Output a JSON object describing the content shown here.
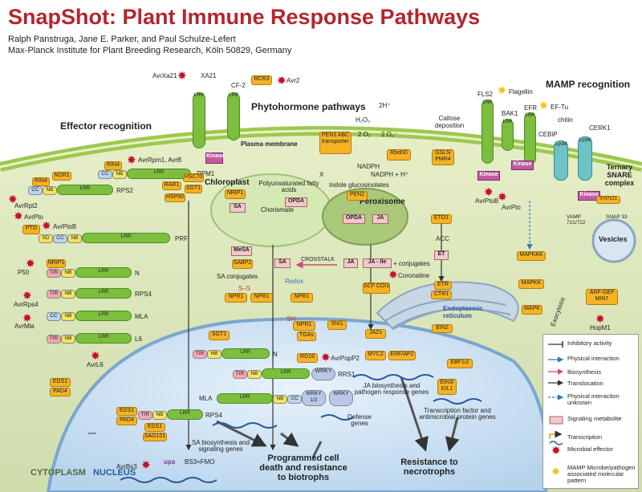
{
  "title": "SnapShot: Plant Immune Response Pathways",
  "authors": "Ralph Panstruga, Jane E. Parker, and Paul Schulze-Lefert",
  "affiliation": "Max-Planck Institute for Plant Breeding Research, Köln 50829, Germany",
  "sections": {
    "effector_recognition": "Effector recognition",
    "phytohormone": "Phytohormone pathways",
    "mamp_recognition": "MAMP recognition",
    "chloroplast": "Chloroplast",
    "peroxisome": "Peroxisome",
    "er": "Endoplasmic reticulum",
    "plasma_membrane": "Plasma membrane",
    "vesicles": "Vesicles",
    "ternary": "Ternary SNARE complex",
    "cytoplasm": "CYTOPLASM",
    "nucleus": "NUCLEUS",
    "exocytosis": "Exocytosis"
  },
  "labels": {
    "avrxa21": "AvrXa21",
    "xa21": "XA21",
    "cf2": "CF-2",
    "rcr3": "RCR3",
    "avr2": "Avr2",
    "lrr": "LRR",
    "kinase": "Kinase",
    "pen3": "PEN3 ABC transporter",
    "h2o2": "H₂O₂",
    "twoh": "2H⁺",
    "o2": "2 O₂",
    "o2m": "2 O₂⁻",
    "callose": "Callose deposition",
    "gsl5": "GSL5/ PMR4",
    "rbohd": "RbohD",
    "nadph": "NADPH",
    "nadph2": "NADPH + H⁺",
    "indole": "Indole glucosinolates",
    "pen2": "PEN2",
    "x": "X",
    "fls2": "FLS2",
    "flagellin": "Flagellin",
    "efr": "EFR",
    "eftu": "EF-Tu",
    "bak1": "BAK1",
    "chitin": "chitin",
    "cebip": "CEBiP",
    "cerk1": "CERK1",
    "lysm": "LysM",
    "avrptob2": "AvrPtoB",
    "avrpto2": "AvrPto",
    "syp121": "SYP121",
    "vamp": "VAMP 721/722",
    "snap33": "SNAP 33",
    "rin4": "RIN4",
    "avrrpm1": "AvrRpm1, AvrB",
    "rpm1": "RPM1",
    "ndr1": "NDR1",
    "rps2": "RPS2",
    "avrrpt2": "AvrRpt2",
    "avrpto": "AvrPto",
    "avrptob": "AvrPtoB",
    "pto": "PTO",
    "prf": "PRF",
    "rar1": "RAR1",
    "hsc70": "HSC70",
    "sgt1": "SGT1",
    "hsp90": "HSP90",
    "nrip1": "NRIP1",
    "pufa": "Polyunsaturated fatty acids",
    "sa": "SA",
    "opda": "OPDA",
    "chorismate": "Chorismate",
    "ja": "JA",
    "jaile": "JA - Ile",
    "conj": "+ conjugates",
    "mesa": "MeSA",
    "sabp2": "SABP2",
    "crosstalk": "CROSSTALK",
    "saconj": "SA conjugates",
    "redox": "Redox",
    "coronatine": "Coronatine",
    "scf": "SCF",
    "coi1": "COI1",
    "npr1": "NPR1",
    "ss": "S–S",
    "sh": "SH",
    "sni1": "SNI1",
    "tgas": "TGAs",
    "p50": "P50",
    "n": "N",
    "rps4": "RPS4",
    "avrrps4": "AvrRps4",
    "mla": "MLA",
    "avrmla": "AvrMla",
    "l6": "L6",
    "avrl6": "AvrL6",
    "eto1": "ETO1",
    "acc": "ACC",
    "et": "ET",
    "etr": "ETR",
    "ctr1": "CTR1",
    "ein2": "EIN2",
    "mapkkk": "MAPKKK",
    "mapkk": "MAPKK",
    "mapk": "MAPK",
    "arfgef": "ARF-GEF MIN7",
    "hopm1": "HopM1",
    "jazs": "JAZs",
    "myc2": "MYC2",
    "erf": "ERF/AP2",
    "ebf": "EBF1/2",
    "ein3": "EIN3/ EIL1",
    "jagenes": "JA biosynthesis and pathogen response genes",
    "tfgenes": "Transcription factor and antimicrobial protein genes",
    "rd19": "RD19",
    "avrpopp2": "AvrPopP2",
    "wrky": "WRKY",
    "rrs1": "RRS1",
    "wrky12": "WRKY 1/2",
    "defense": "Defense genes",
    "eds1": "EDS1",
    "pad4": "PAD4",
    "sag101": "SAG101",
    "sagenes": "SA biosynthesis and signaling genes",
    "avrbs3": "AvrBs3",
    "upa": "upa",
    "bs3": "BS3=FMO",
    "tir": "TIR",
    "nb": "NB",
    "cc": "CC",
    "sd": "SD"
  },
  "outcomes": {
    "pcd": "Programmed cell death and resistance to biotrophs",
    "necro": "Resistance to necrotrophs"
  },
  "legend": [
    {
      "text": "Inhibitory activity",
      "style": "inhib"
    },
    {
      "text": "Physical interaction",
      "style": "phys"
    },
    {
      "text": "Biosynthesis",
      "style": "bio"
    },
    {
      "text": "Translocation",
      "style": "trans"
    },
    {
      "text": "Physical interaction unknown",
      "style": "unknown"
    },
    {
      "text": "Signaling metabolite",
      "style": "meta"
    },
    {
      "text": "Transcription",
      "style": "transc"
    },
    {
      "text": "Microbial effector",
      "style": "effector"
    },
    {
      "text": "MAMP Microbe/pathogen associated molecular pattern",
      "style": "mamp"
    }
  ],
  "colors": {
    "title": "#b3262e",
    "cytoplasm": "#d9e6b8",
    "nucleus": "#cfe3f3",
    "membrane": "#a9cf5c",
    "protein": "#f5b324",
    "lrr": "#7cbf3e",
    "effector": "#c8102e",
    "mamp": "#f5c518"
  }
}
